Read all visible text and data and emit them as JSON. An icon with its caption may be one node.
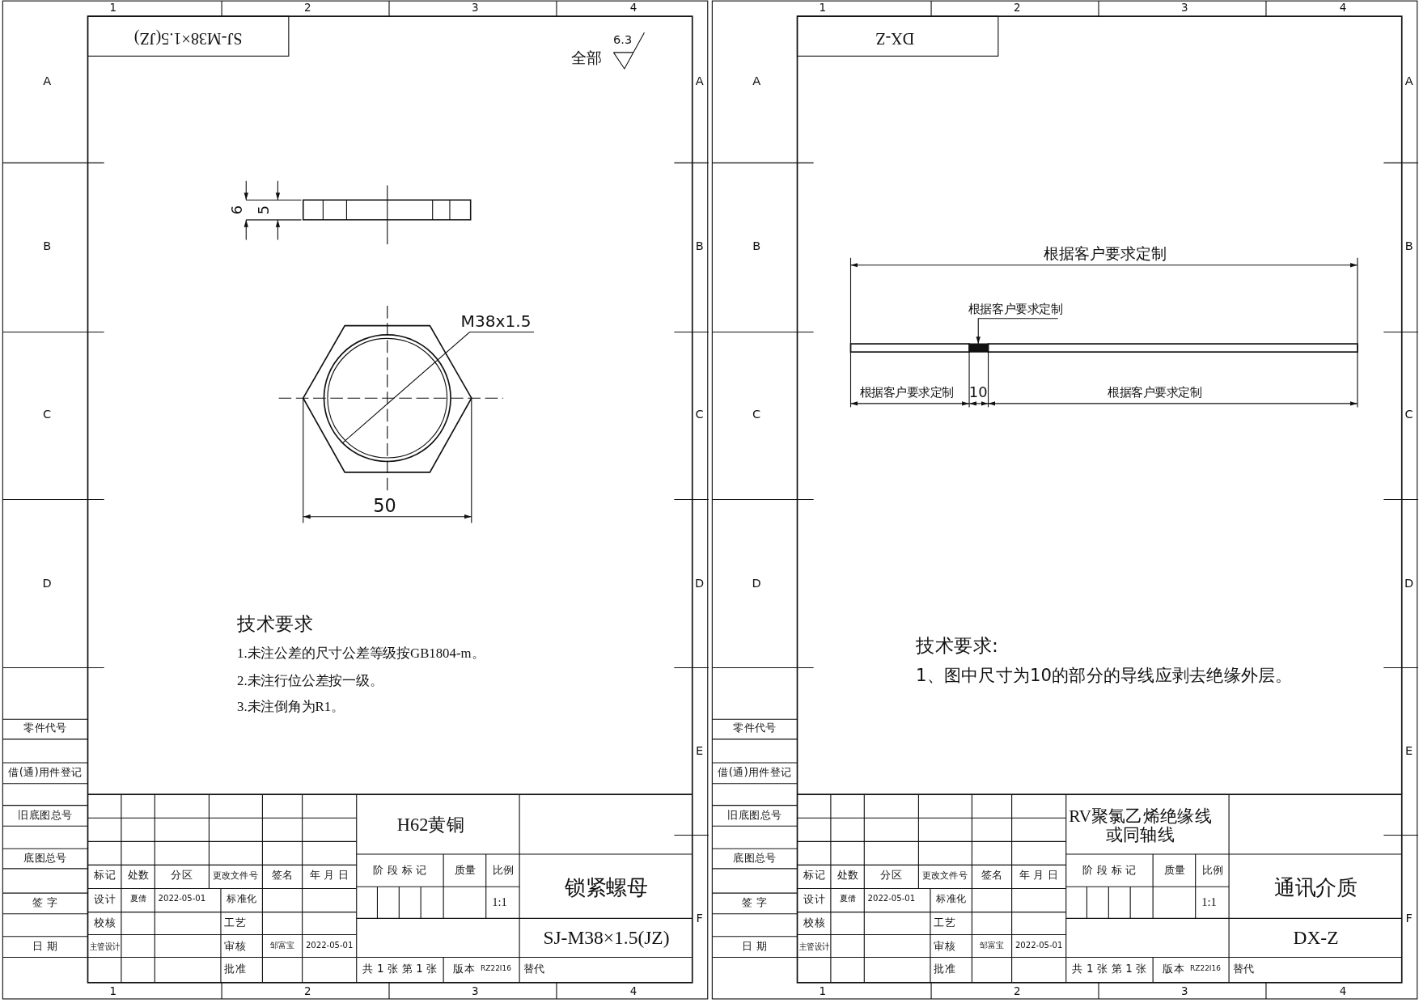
{
  "diagram": {
    "nodes": [
      {
        "text": [
          "M38x1.5"
        ]
      },
      {
        "text": [],
        "shape": "circle"
      },
      {
        "text": [
          "根据客户要求定制"
        ]
      },
      {
        "text": [],
        "shape": "bar"
      }
    ],
    "edges": [
      {
        "from": 0,
        "to": 1,
        "arrow": "none"
      },
      {
        "from": 2,
        "to": 3,
        "arrow": "to"
      }
    ],
    "labels": [
      "1",
      "2",
      "3",
      "4",
      "SJ-M38×1.5(JZ)",
      "全部",
      "6.3",
      "A",
      "B",
      "C",
      "D",
      "A",
      "B",
      "C",
      "D",
      "E",
      "F",
      "6",
      "5",
      "50",
      "技术要求",
      "1.未注公差的尺寸公差等级按GB1804-m。",
      "2.未注行位公差按一级。",
      "3.未注倒角为R1。",
      "零件代号",
      "借(通)用件登记",
      "旧底图总号",
      "底图总号",
      "签 字",
      "日 期",
      "标记",
      "处数",
      "分区",
      "更改文件号",
      "签名",
      "年 月 日",
      "设计",
      "夏倩",
      "2022-05-01",
      "标准化",
      "校核",
      "工艺",
      "主管设计",
      "审核",
      "邹富宝",
      "2022-05-01",
      "批准",
      "H62黄铜",
      "阶 段 标 记",
      "质量",
      "比例",
      "1:1",
      "锁紧螺母",
      "SJ-M38×1.5(JZ)",
      "共 1 张 第 1 张",
      "版本",
      "RZ22I16",
      "替代",
      "1",
      "2",
      "3",
      "4",
      "1",
      "2",
      "3",
      "4",
      "DX-Z",
      "A",
      "B",
      "C",
      "D",
      "A",
      "B",
      "C",
      "D",
      "E",
      "F",
      "根据客户要求定制",
      "根据客户要求定制",
      "10",
      "根据客户要求定制",
      "技术要求:",
      "1、图中尺寸为10的部分的导线应剥去绝缘外层。",
      "零件代号",
      "借(通)用件登记",
      "旧底图总号",
      "底图总号",
      "签 字",
      "日 期",
      "标记",
      "处数",
      "分区",
      "更改文件号",
      "签名",
      "年 月 日",
      "设计",
      "夏倩",
      "2022-05-01",
      "标准化",
      "校核",
      "工艺",
      "主管设计",
      "审核",
      "邹富宝",
      "2022-05-01",
      "批准",
      "RV聚氯乙烯绝缘线或同轴线",
      "阶 段 标 记",
      "质量",
      "比例",
      "1:1",
      "通讯介质",
      "DX-Z",
      "共 1 张 第 1 张",
      "版本",
      "RZ22I16",
      "替代",
      "1",
      "2",
      "3",
      "4"
    ]
  }
}
